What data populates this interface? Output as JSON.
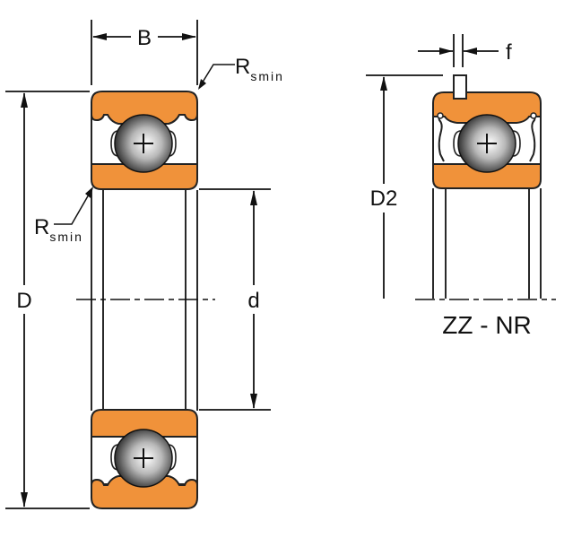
{
  "diagram": {
    "subject": "Deep groove ball bearing dimension drawing",
    "colors": {
      "ring": "#f0923a",
      "outline": "#111111",
      "background": "#ffffff"
    },
    "left_view": {
      "labels": {
        "width": "B",
        "outer_diameter": "D",
        "bore_diameter": "d",
        "radius_top_r": "R",
        "radius_top_sub": "smin",
        "radius_left_r": "R",
        "radius_left_sub": "smin"
      }
    },
    "right_view": {
      "labels": {
        "snap_ring_groove": "f",
        "groove_diameter": "D2",
        "variant": "ZZ - NR"
      }
    }
  }
}
